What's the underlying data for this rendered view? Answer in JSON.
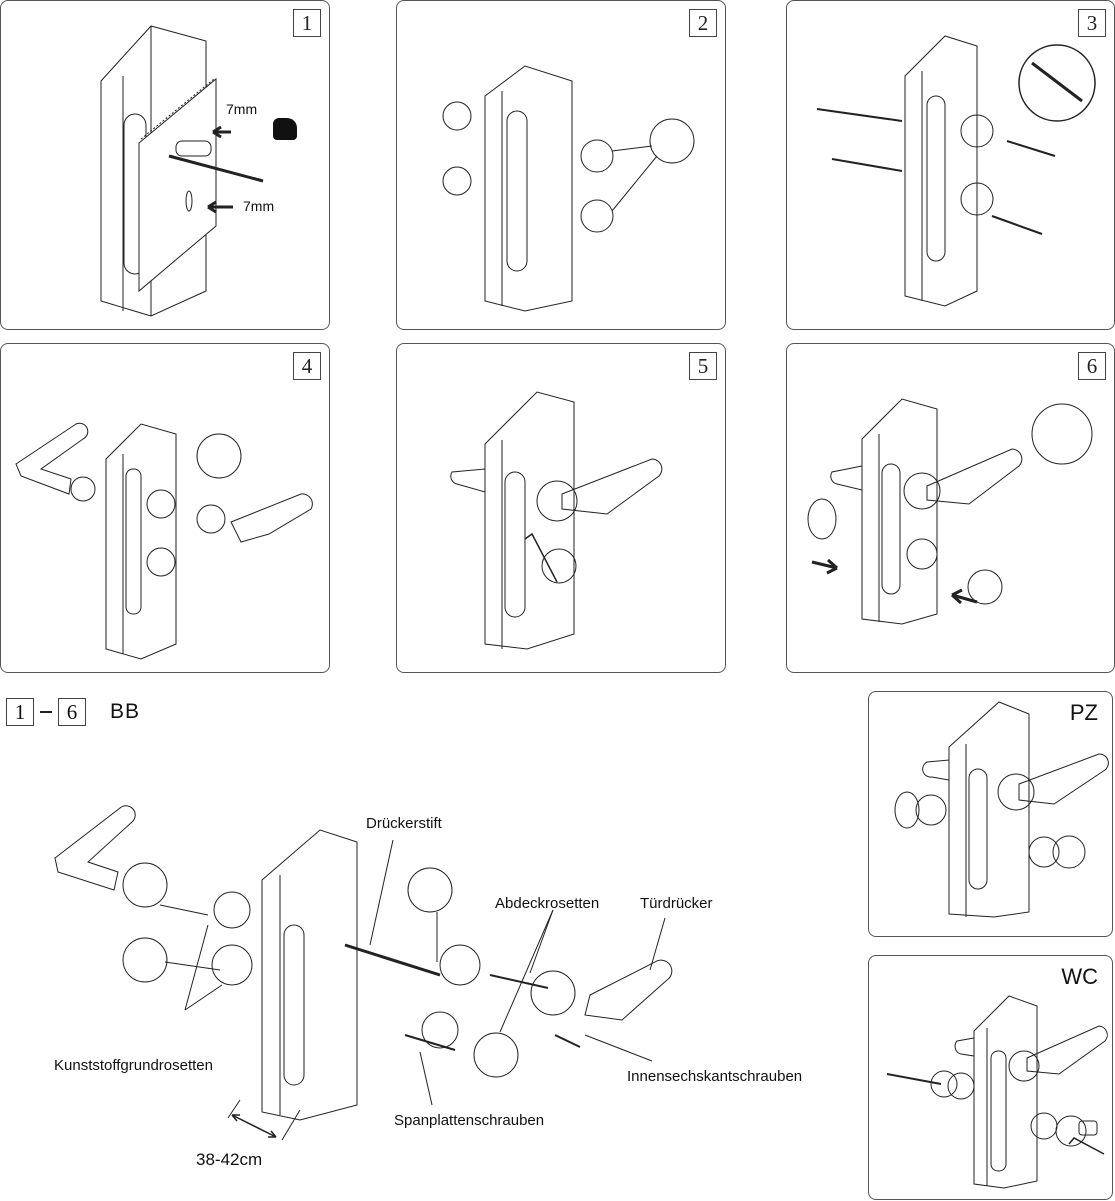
{
  "steps": [
    {
      "number": "1",
      "annotations": [
        "7mm",
        "7mm"
      ],
      "tools": [
        "drill-icon"
      ]
    },
    {
      "number": "2"
    },
    {
      "number": "3",
      "tools": [
        "screwdriver-icon"
      ]
    },
    {
      "number": "4"
    },
    {
      "number": "5"
    },
    {
      "number": "6"
    }
  ],
  "range": {
    "from": "1",
    "to": "6",
    "variant": "BB"
  },
  "variants": [
    {
      "label": "PZ"
    },
    {
      "label": "WC"
    }
  ],
  "exploded_view": {
    "labels": {
      "pin": "Drückerstift",
      "cover_rosettes": "Abdeckrosetten",
      "handle": "Türdrücker",
      "plastic_base_rosettes": "Kunststoffgrundrosetten",
      "hex_screws": "Innensechskantschrauben",
      "chipboard_screws": "Spanplattenschrauben",
      "door_thickness": "38-42cm"
    }
  }
}
